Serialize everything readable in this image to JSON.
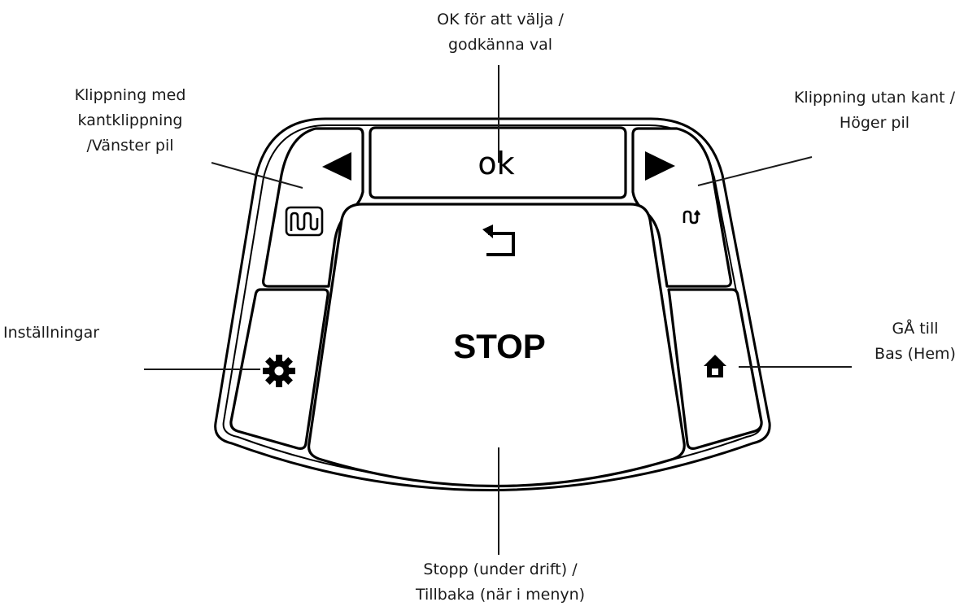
{
  "buttons": {
    "ok_label": "ok",
    "stop_label": "STOP"
  },
  "callouts": {
    "ok": [
      "OK för att välja /",
      "godkänna val"
    ],
    "left": [
      "Klippning med",
      "kantklippning",
      "/Vänster pil"
    ],
    "right": [
      "Klippning utan kant /",
      "Höger pil"
    ],
    "settings": [
      "Inställningar"
    ],
    "home": [
      "GÅ till",
      "Bas (Hem)"
    ],
    "stop": [
      "Stopp (under drift) /",
      "Tillbaka (när i menyn)"
    ]
  },
  "icons": {
    "left_arrow": "left-triangle-arrow-icon",
    "right_arrow": "right-triangle-arrow-icon",
    "edge_mowing": "edge-mowing-icon",
    "no_edge_mowing": "no-edge-mowing-icon",
    "back": "back-arrow-icon",
    "settings": "gear-icon",
    "home": "home-icon"
  }
}
